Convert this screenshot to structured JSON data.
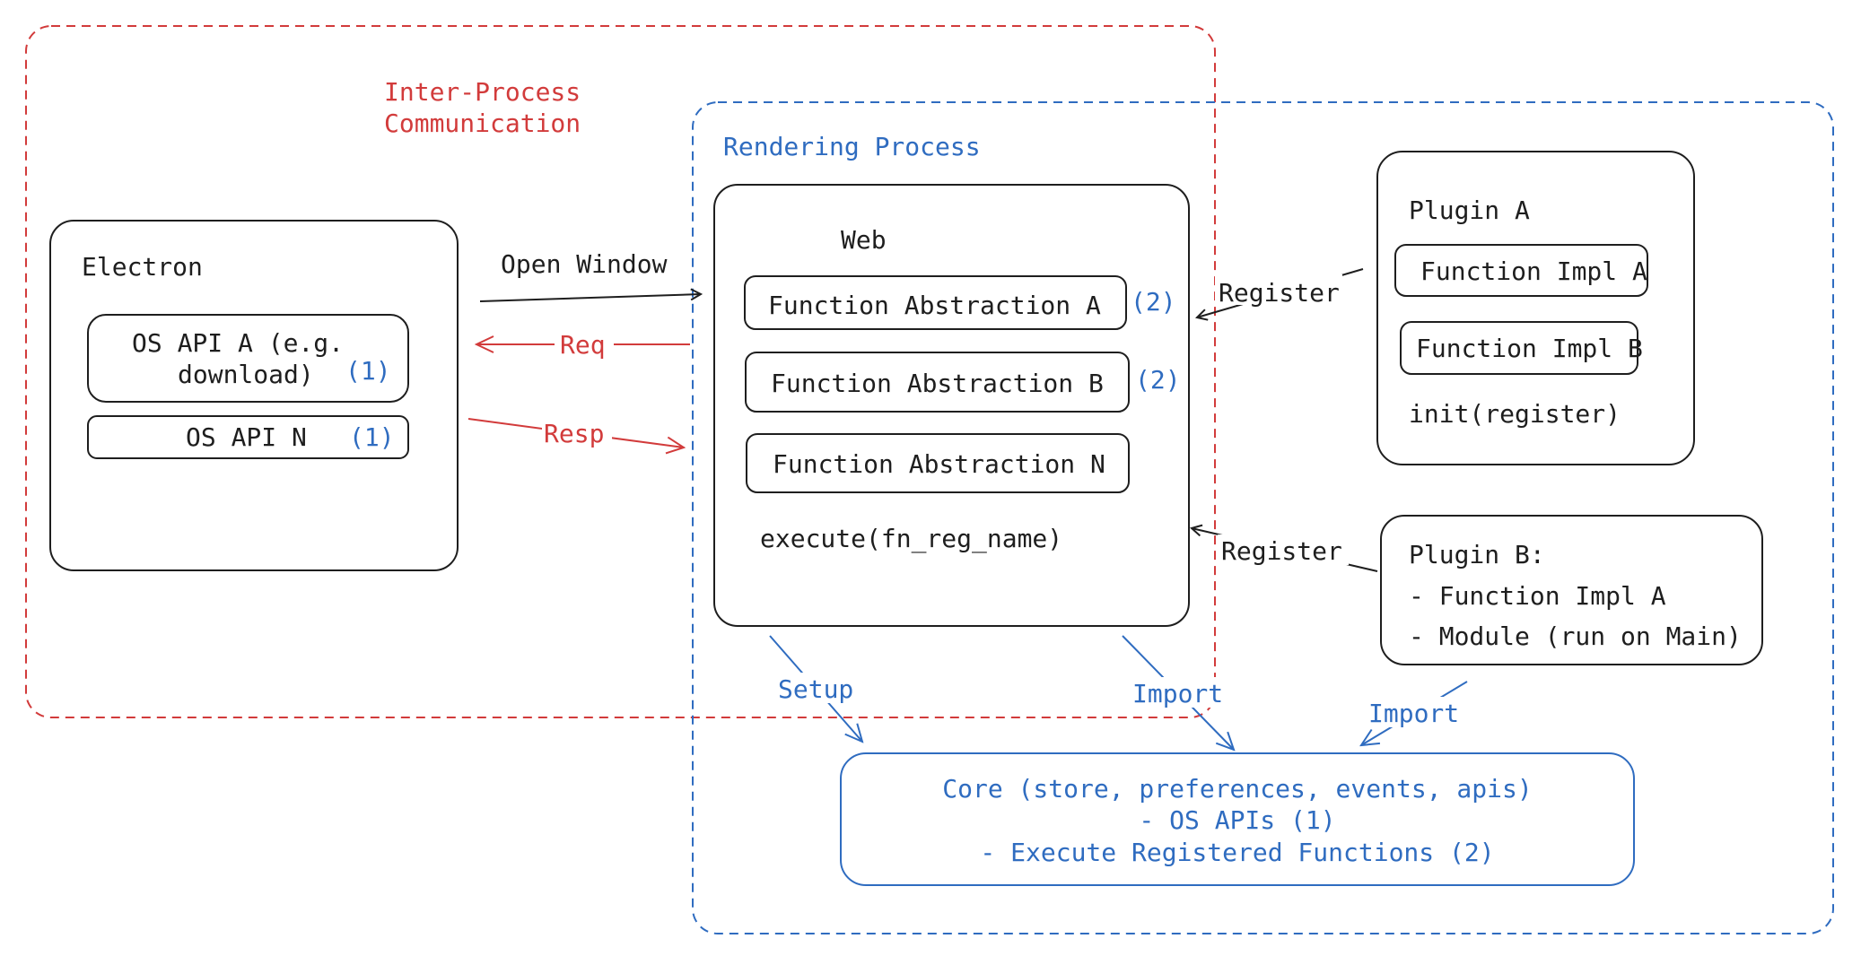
{
  "colors": {
    "ipc": "#d23b3b",
    "rendering": "#2f6cc0",
    "ink": "#1e1e1e"
  },
  "ipc": {
    "title_line1": "Inter-Process",
    "title_line2": "Communication"
  },
  "rendering": {
    "title": "Rendering Process"
  },
  "electron": {
    "title": "Electron",
    "api_a_line1": "OS API A (e.g.",
    "api_a_line2": "download)",
    "api_a_tag": "(1)",
    "api_n": "OS API N",
    "api_n_tag": "(1)"
  },
  "web": {
    "title": "Web",
    "functions": [
      {
        "label": "Function Abstraction A",
        "tag": "(2)"
      },
      {
        "label": "Function Abstraction B",
        "tag": "(2)"
      },
      {
        "label": "Function Abstraction N",
        "tag": ""
      }
    ],
    "execute": "execute(fn_reg_name)"
  },
  "plugin_a": {
    "title": "Plugin A",
    "impl_a": "Function Impl A",
    "impl_b": "Function Impl B",
    "init": "init(register)"
  },
  "plugin_b": {
    "title": "Plugin B:",
    "line1": "- Function Impl A",
    "line2": "- Module (run on Main)"
  },
  "core": {
    "line1": "Core (store, preferences, events, apis)",
    "line2": "- OS APIs (1)",
    "line3": "- Execute Registered Functions (2)"
  },
  "arrows": {
    "open_window": "Open Window",
    "req": "Req",
    "resp": "Resp",
    "register_a": "Register",
    "register_b": "Register",
    "setup": "Setup",
    "import_web": "Import",
    "import_plugin": "Import"
  }
}
